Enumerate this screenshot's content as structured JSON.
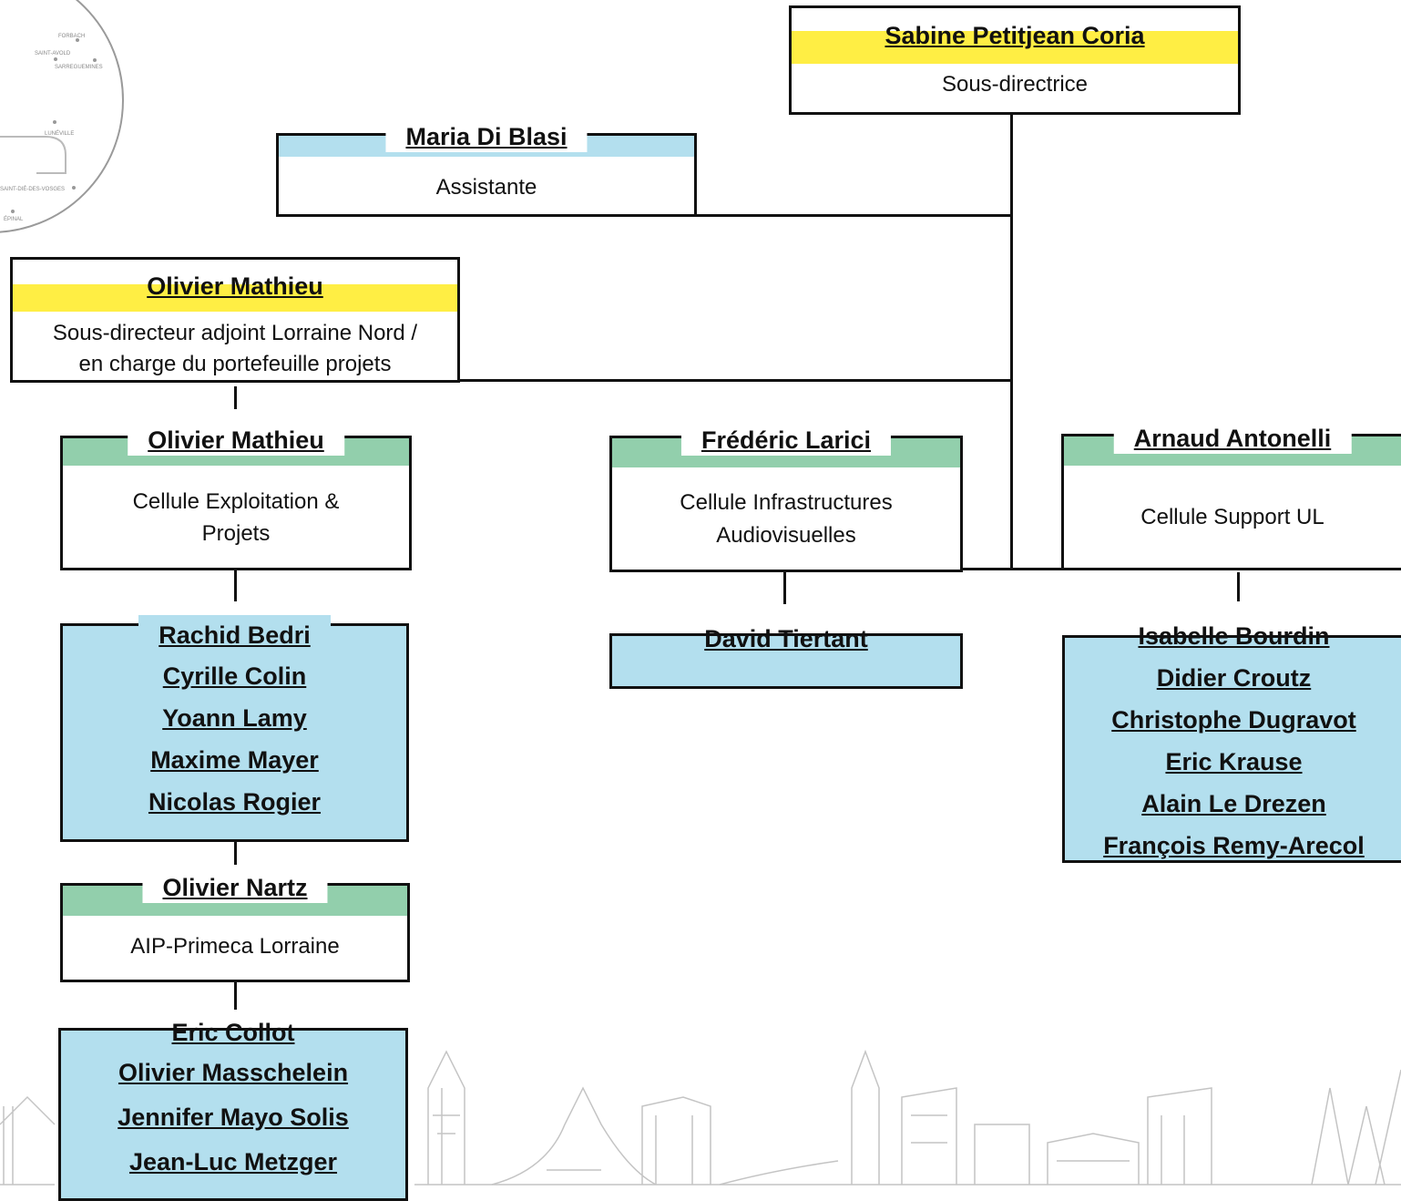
{
  "map": {
    "cities": [
      "FORBACH",
      "SAINT-AVOLD",
      "SARREGUEMINES",
      "LUNÉVILLE",
      "SAINT-DIÉ-DES-VOSGES",
      "ÉPINAL"
    ]
  },
  "nodes": {
    "director": {
      "name": "Sabine Petitjean Coria",
      "role": "Sous-directrice"
    },
    "assistant": {
      "name": "Maria Di Blasi",
      "role": "Assistante"
    },
    "deputy": {
      "name": "Olivier Mathieu",
      "role_line1": "Sous-directeur adjoint Lorraine Nord /",
      "role_line2": "en charge du portefeuille projets"
    },
    "cell_exploitation": {
      "name": "Olivier Mathieu",
      "role_line1": "Cellule Exploitation &",
      "role_line2": "Projets"
    },
    "cell_infra": {
      "name": "Frédéric Larici",
      "role_line1": "Cellule Infrastructures",
      "role_line2": "Audiovisuelles"
    },
    "cell_support": {
      "name": "Arnaud Antonelli",
      "role": "Cellule Support UL"
    },
    "aip": {
      "name": "Olivier Nartz",
      "role": "AIP-Primeca Lorraine"
    }
  },
  "teams": {
    "exploitation": [
      "Rachid Bedri",
      "Cyrille Colin",
      "Yoann Lamy",
      "Maxime Mayer",
      "Nicolas Rogier"
    ],
    "infra": [
      "David Tiertant"
    ],
    "support": [
      "Isabelle Bourdin",
      "Didier Croutz",
      "Christophe Dugravot",
      "Eric Krause",
      "Alain Le Drezen",
      "François Remy-Arecol"
    ],
    "aip": [
      "Eric Collot",
      "Olivier Masschelein",
      "Jennifer Mayo Solis",
      "Jean-Luc Metzger"
    ]
  },
  "colors": {
    "director_band": "#ffee44",
    "cell_band": "#92cfac",
    "team_fill": "#b3dfee"
  }
}
